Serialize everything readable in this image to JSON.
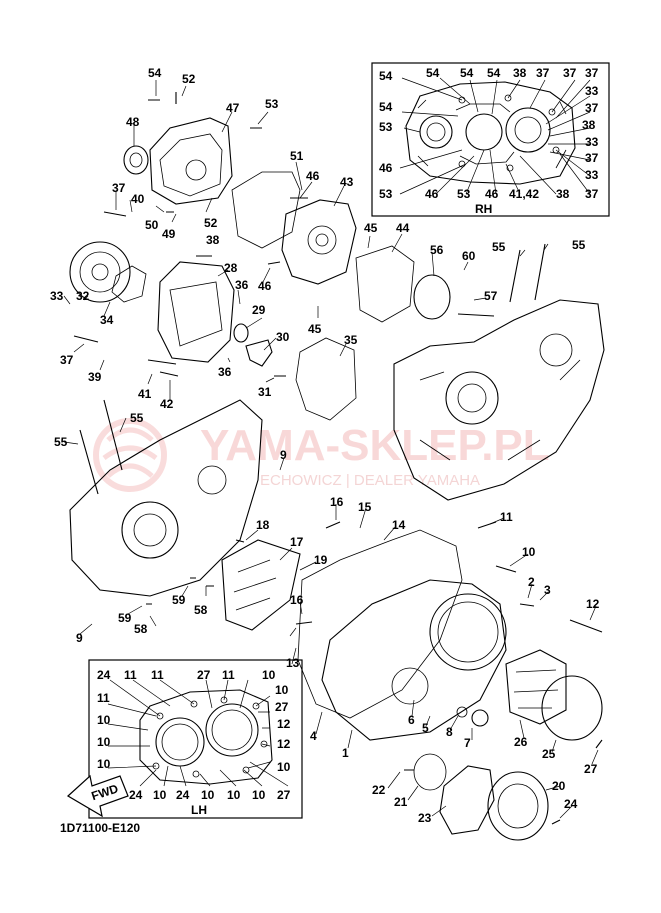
{
  "diagram": {
    "code": "1D71100-E120",
    "inset_rh_label": "RH",
    "inset_lh_label": "LH",
    "fwd_label": "FWD",
    "watermark_main": "YAMA-SKLEP.PL",
    "watermark_sub": "ECHOWICZ | DEALER YAMAHA",
    "callouts": [
      {
        "id": "c54a",
        "text": "54"
      },
      {
        "id": "c52a",
        "text": "52"
      },
      {
        "id": "c47",
        "text": "47"
      },
      {
        "id": "c53a",
        "text": "53"
      },
      {
        "id": "c48",
        "text": "48"
      },
      {
        "id": "c51",
        "text": "51"
      },
      {
        "id": "c46a",
        "text": "46"
      },
      {
        "id": "c43",
        "text": "43"
      },
      {
        "id": "c37a",
        "text": "37"
      },
      {
        "id": "c40",
        "text": "40"
      },
      {
        "id": "c50",
        "text": "50"
      },
      {
        "id": "c49",
        "text": "49"
      },
      {
        "id": "c52b",
        "text": "52"
      },
      {
        "id": "c45a",
        "text": "45"
      },
      {
        "id": "c44",
        "text": "44"
      },
      {
        "id": "c38a",
        "text": "38"
      },
      {
        "id": "c56",
        "text": "56"
      },
      {
        "id": "c60",
        "text": "60"
      },
      {
        "id": "c55a",
        "text": "55"
      },
      {
        "id": "c55b",
        "text": "55"
      },
      {
        "id": "c33a",
        "text": "33"
      },
      {
        "id": "c32",
        "text": "32"
      },
      {
        "id": "c28",
        "text": "28"
      },
      {
        "id": "c36a",
        "text": "36"
      },
      {
        "id": "c46b",
        "text": "46"
      },
      {
        "id": "c57",
        "text": "57"
      },
      {
        "id": "c34",
        "text": "34"
      },
      {
        "id": "c29",
        "text": "29"
      },
      {
        "id": "c45b",
        "text": "45"
      },
      {
        "id": "c30",
        "text": "30"
      },
      {
        "id": "c35",
        "text": "35"
      },
      {
        "id": "c37b",
        "text": "37"
      },
      {
        "id": "c39",
        "text": "39"
      },
      {
        "id": "c41",
        "text": "41"
      },
      {
        "id": "c42",
        "text": "42"
      },
      {
        "id": "c36b",
        "text": "36"
      },
      {
        "id": "c31",
        "text": "31"
      },
      {
        "id": "c55c",
        "text": "55"
      },
      {
        "id": "c55d",
        "text": "55"
      },
      {
        "id": "c9a",
        "text": "9"
      },
      {
        "id": "c16a",
        "text": "16"
      },
      {
        "id": "c15",
        "text": "15"
      },
      {
        "id": "c11a",
        "text": "11"
      },
      {
        "id": "c14",
        "text": "14"
      },
      {
        "id": "c18",
        "text": "18"
      },
      {
        "id": "c17",
        "text": "17"
      },
      {
        "id": "c10a",
        "text": "10"
      },
      {
        "id": "c19",
        "text": "19"
      },
      {
        "id": "c2",
        "text": "2"
      },
      {
        "id": "c3",
        "text": "3"
      },
      {
        "id": "c59",
        "text": "59"
      },
      {
        "id": "c58a",
        "text": "58"
      },
      {
        "id": "c12a",
        "text": "12"
      },
      {
        "id": "c16b",
        "text": "16"
      },
      {
        "id": "c59b",
        "text": "59"
      },
      {
        "id": "c58b",
        "text": "58"
      },
      {
        "id": "c9b",
        "text": "9"
      },
      {
        "id": "c13",
        "text": "13"
      },
      {
        "id": "c6",
        "text": "6"
      },
      {
        "id": "c5",
        "text": "5"
      },
      {
        "id": "c8",
        "text": "8"
      },
      {
        "id": "c4",
        "text": "4"
      },
      {
        "id": "c7",
        "text": "7"
      },
      {
        "id": "c1",
        "text": "1"
      },
      {
        "id": "c26",
        "text": "26"
      },
      {
        "id": "c25",
        "text": "25"
      },
      {
        "id": "c27a",
        "text": "27"
      },
      {
        "id": "c22",
        "text": "22"
      },
      {
        "id": "c21",
        "text": "21"
      },
      {
        "id": "c20",
        "text": "20"
      },
      {
        "id": "c24a",
        "text": "24"
      },
      {
        "id": "c23",
        "text": "23"
      }
    ],
    "rh_callouts": [
      {
        "id": "r54a",
        "text": "54"
      },
      {
        "id": "r54b",
        "text": "54"
      },
      {
        "id": "r54c",
        "text": "54"
      },
      {
        "id": "r54d",
        "text": "54"
      },
      {
        "id": "r38a",
        "text": "38"
      },
      {
        "id": "r37a",
        "text": "37"
      },
      {
        "id": "r37b",
        "text": "37"
      },
      {
        "id": "r37c",
        "text": "37"
      },
      {
        "id": "r54e",
        "text": "54"
      },
      {
        "id": "r33a",
        "text": "33"
      },
      {
        "id": "r37d",
        "text": "37"
      },
      {
        "id": "r53a",
        "text": "53"
      },
      {
        "id": "r38b",
        "text": "38"
      },
      {
        "id": "r33b",
        "text": "33"
      },
      {
        "id": "r37e",
        "text": "37"
      },
      {
        "id": "r46a",
        "text": "46"
      },
      {
        "id": "r33c",
        "text": "33"
      },
      {
        "id": "r53b",
        "text": "53"
      },
      {
        "id": "r46b",
        "text": "46"
      },
      {
        "id": "r53c",
        "text": "53"
      },
      {
        "id": "r46c",
        "text": "46"
      },
      {
        "id": "r4142",
        "text": "41,42"
      },
      {
        "id": "r38c",
        "text": "38"
      },
      {
        "id": "r37f",
        "text": "37"
      }
    ],
    "lh_callouts": [
      {
        "id": "l24a",
        "text": "24"
      },
      {
        "id": "l11a",
        "text": "11"
      },
      {
        "id": "l11b",
        "text": "11"
      },
      {
        "id": "l27a",
        "text": "27"
      },
      {
        "id": "l11c",
        "text": "11"
      },
      {
        "id": "l10a",
        "text": "10"
      },
      {
        "id": "l11d",
        "text": "11"
      },
      {
        "id": "l10b",
        "text": "10"
      },
      {
        "id": "l27b",
        "text": "27"
      },
      {
        "id": "l10c",
        "text": "10"
      },
      {
        "id": "l12a",
        "text": "12"
      },
      {
        "id": "l10d",
        "text": "10"
      },
      {
        "id": "l12b",
        "text": "12"
      },
      {
        "id": "l10e",
        "text": "10"
      },
      {
        "id": "l10f",
        "text": "10"
      },
      {
        "id": "l24b",
        "text": "24"
      },
      {
        "id": "l24c",
        "text": "24"
      },
      {
        "id": "l10g",
        "text": "10"
      },
      {
        "id": "l10h",
        "text": "10"
      },
      {
        "id": "l10i",
        "text": "10"
      },
      {
        "id": "l27c",
        "text": "27"
      },
      {
        "id": "l10j",
        "text": "10"
      }
    ]
  }
}
